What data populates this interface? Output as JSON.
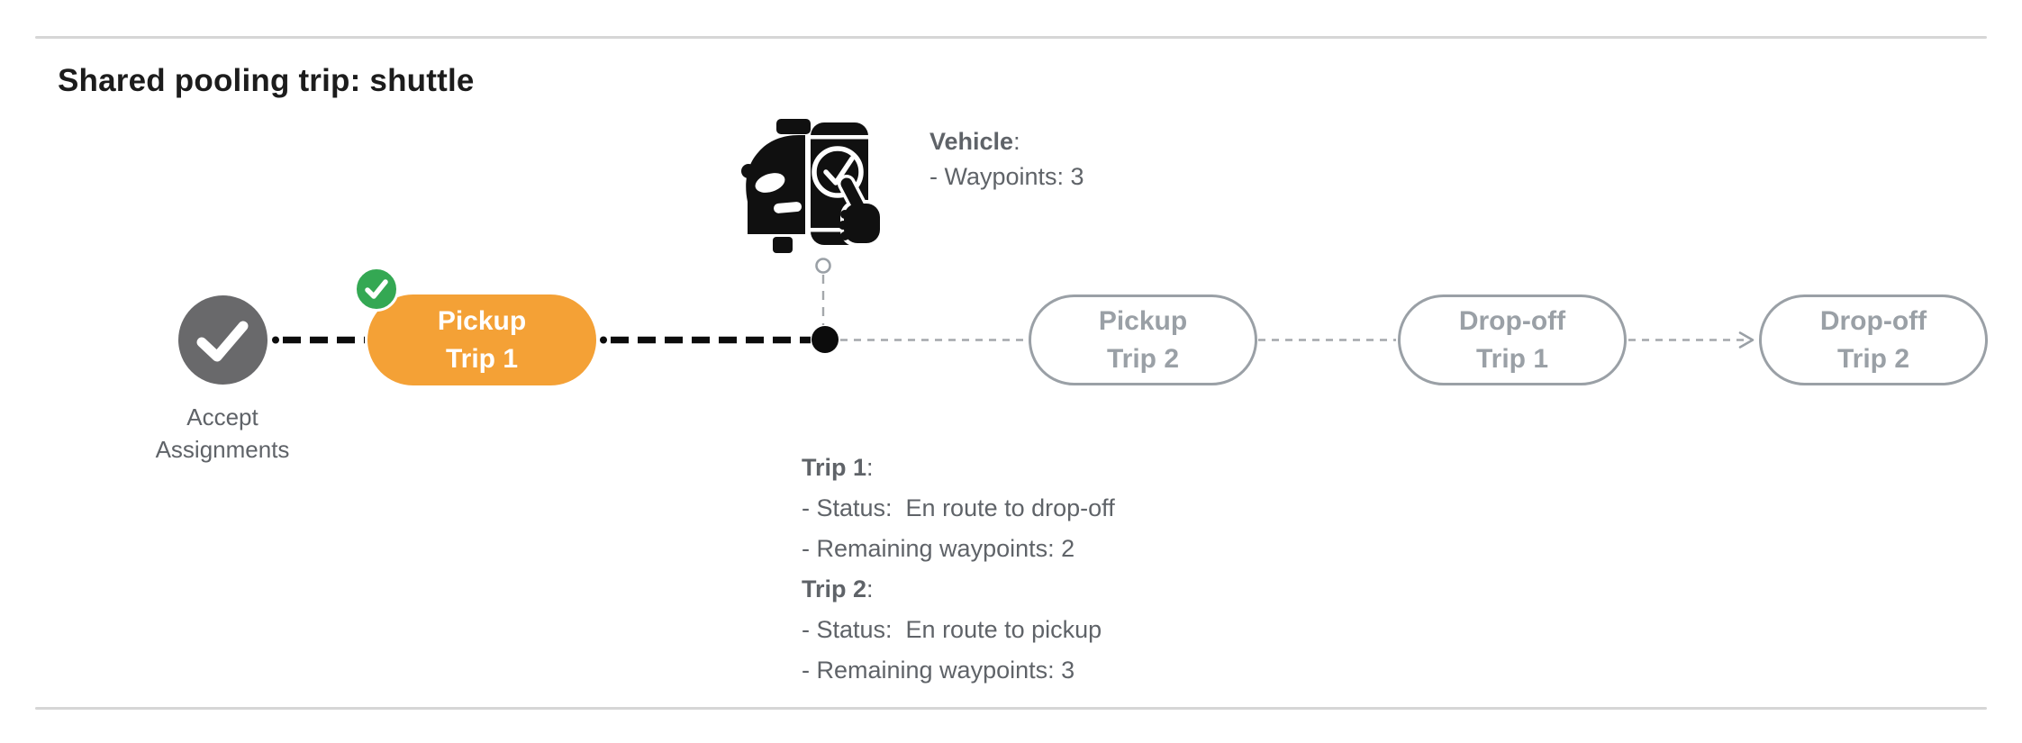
{
  "page": {
    "title": "Shared pooling trip: shuttle"
  },
  "punctuation": {
    "colon": ":"
  },
  "timeline": {
    "start_node": {
      "label_line1": "Accept",
      "label_line2": "Assignments"
    },
    "stages": [
      {
        "line1": "Pickup",
        "line2": "Trip 1",
        "state": "completed-active"
      },
      {
        "line1": "Pickup",
        "line2": "Trip 2",
        "state": "pending"
      },
      {
        "line1": "Drop-off",
        "line2": "Trip 1",
        "state": "pending"
      },
      {
        "line1": "Drop-off",
        "line2": "Trip 2",
        "state": "pending"
      }
    ]
  },
  "vehicle_info": {
    "heading": "Vehicle",
    "lines": [
      "- Waypoints: 3"
    ]
  },
  "trip_info": {
    "sections": [
      {
        "heading": "Trip 1",
        "lines": [
          "- Status:  En route to drop-off",
          "- Remaining waypoints: 2"
        ]
      },
      {
        "heading": "Trip 2",
        "lines": [
          "- Status:  En route to pickup",
          "- Remaining waypoints: 3"
        ]
      }
    ]
  },
  "icons": {
    "vehicle": "car-with-phone-check-icon",
    "completed_stage": "green-check-badge-icon",
    "start_node": "gray-check-circle-icon",
    "current_position": "filled-dot",
    "next_arrow": "arrowhead-right"
  },
  "colors": {
    "accent_orange": "#f4a136",
    "success_green": "#34a853",
    "start_node_gray": "#69696b",
    "pending_gray": "#9aa0a6",
    "text_gray": "#5f6368",
    "connector_black": "#0c0c0c",
    "divider_gray": "#d6d6d6"
  }
}
